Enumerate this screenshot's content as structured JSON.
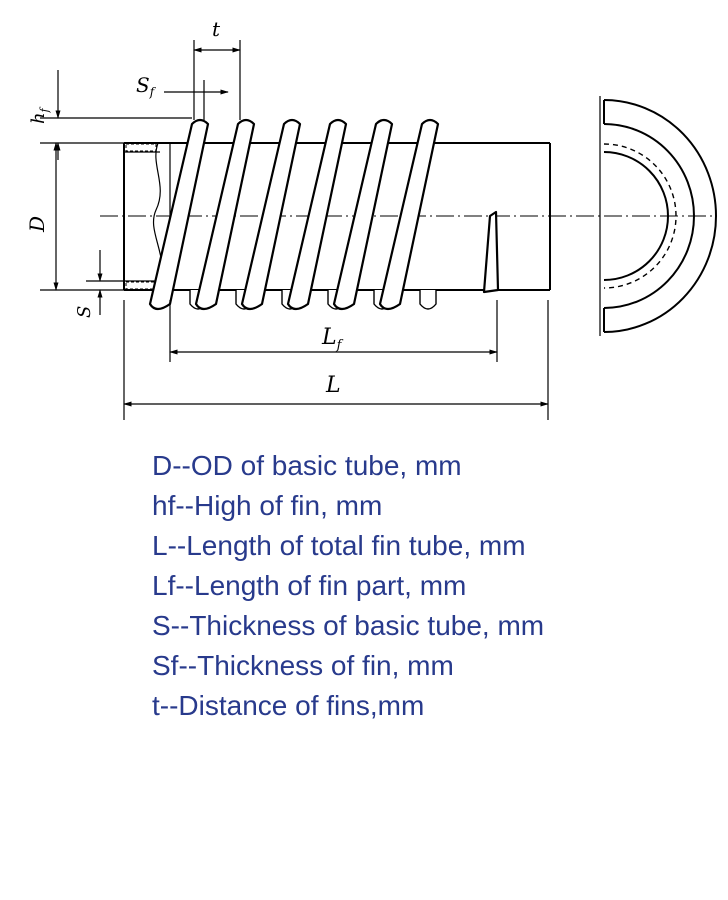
{
  "diagram": {
    "labels": {
      "t": "t",
      "sf": "S",
      "sf_sub": "f",
      "hf": "h",
      "hf_sub": "f",
      "d": "D",
      "s": "S",
      "lf": "L",
      "lf_sub": "f",
      "l": "L"
    }
  },
  "legend": [
    "D--OD of basic tube, mm",
    "hf--High of fin, mm",
    "L--Length of total fin tube, mm",
    "Lf--Length of fin part, mm",
    "S--Thickness of basic tube, mm",
    "Sf--Thickness of fin, mm",
    "t--Distance of fins,mm"
  ]
}
